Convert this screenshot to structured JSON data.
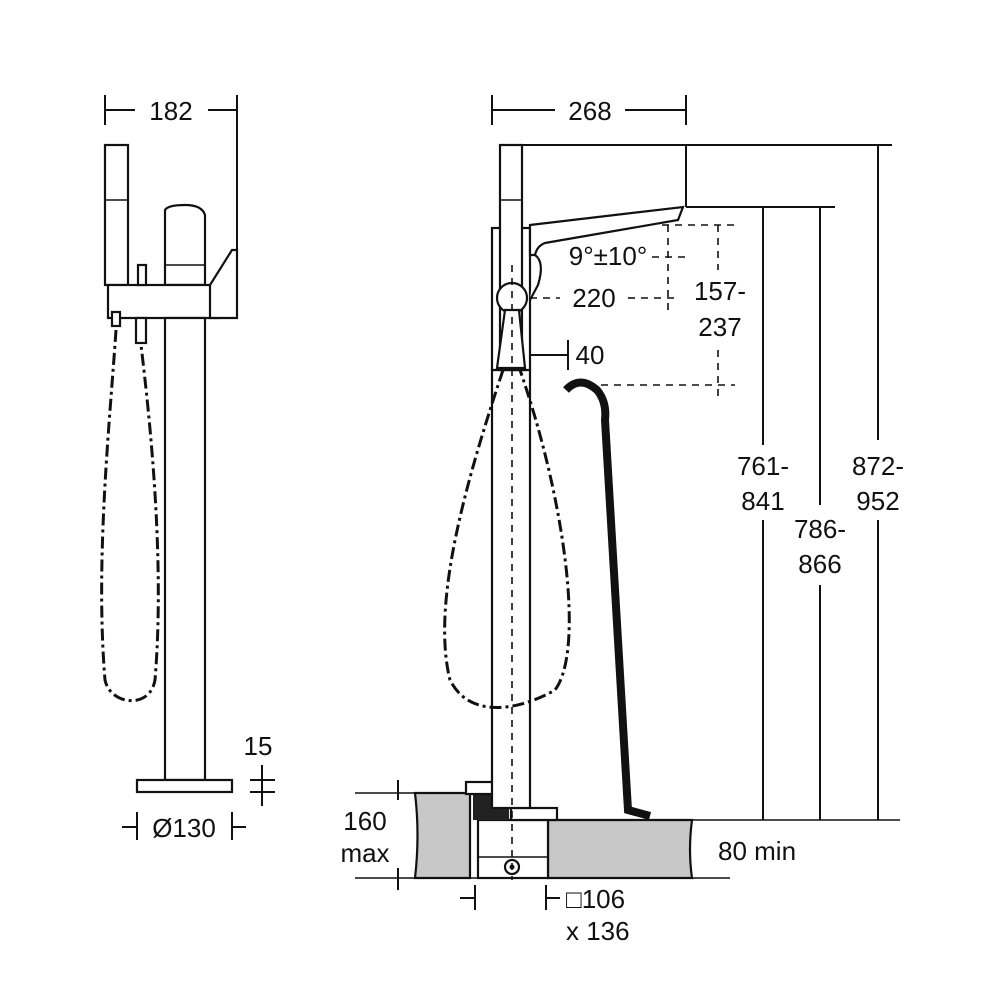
{
  "title": "Freestanding bath shower mixer dimension drawing",
  "side_view": {
    "width": "182",
    "base_thickness": "15",
    "base_diameter": "Ø130"
  },
  "front_view": {
    "width": "268",
    "spout_angle": "9°±10°",
    "spout_reach": "220",
    "spout_height_range_line1": "157-",
    "spout_height_range_line2": "237",
    "offset": "40",
    "height_a_line1": "761-",
    "height_a_line2": "841",
    "height_b_line1": "786-",
    "height_b_line2": "866",
    "height_total_line1": "872-",
    "height_total_line2": "952",
    "floor_depth_line1": "160",
    "floor_depth_line2": "max",
    "floor_min": "80 min",
    "box_size_line1": "□106",
    "box_size_line2": "x 136"
  }
}
